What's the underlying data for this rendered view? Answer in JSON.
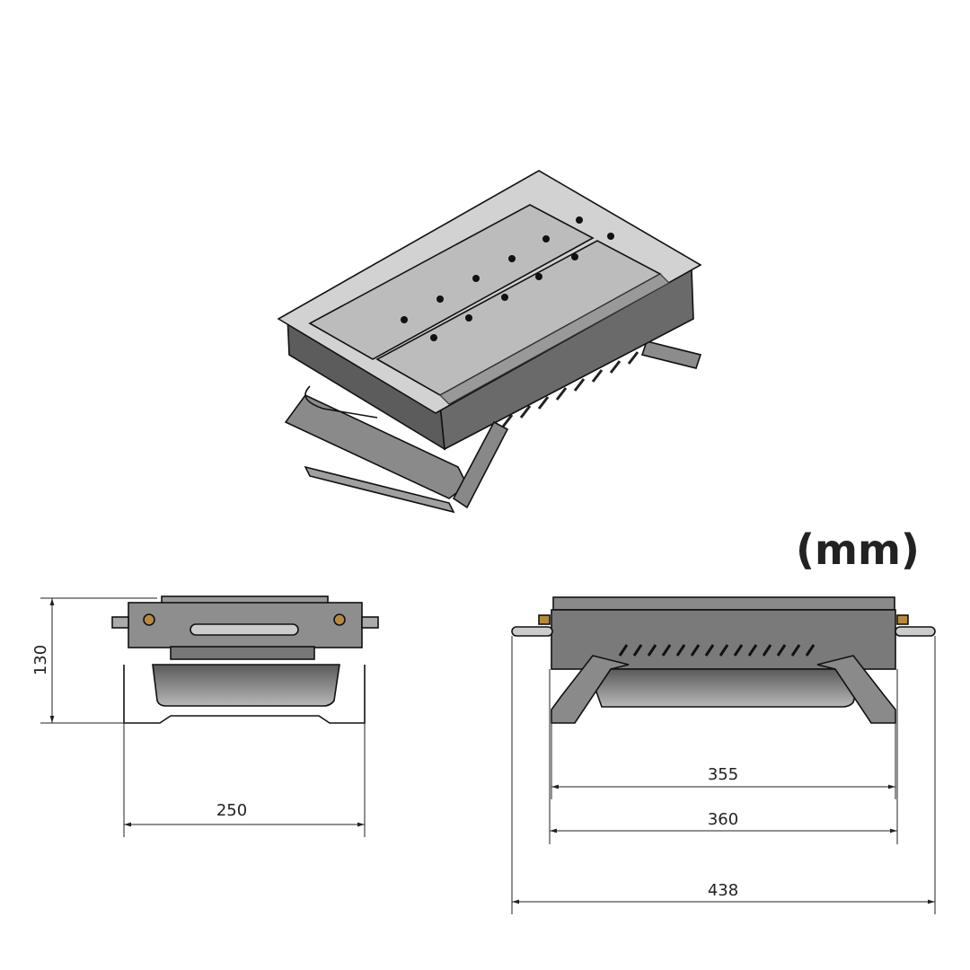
{
  "drawing": {
    "units_label": "(mm)",
    "front_view": {
      "height_label": "130",
      "width_label": "250"
    },
    "side_view": {
      "inner_width_label": "355",
      "body_width_label": "360",
      "overall_width_label": "438"
    }
  },
  "colors": {
    "metal_dark": "#6e6e6e",
    "metal_mid": "#9a9a9a",
    "metal_light": "#c4c4c4",
    "brass": "#b58a3c",
    "line": "#222222"
  }
}
